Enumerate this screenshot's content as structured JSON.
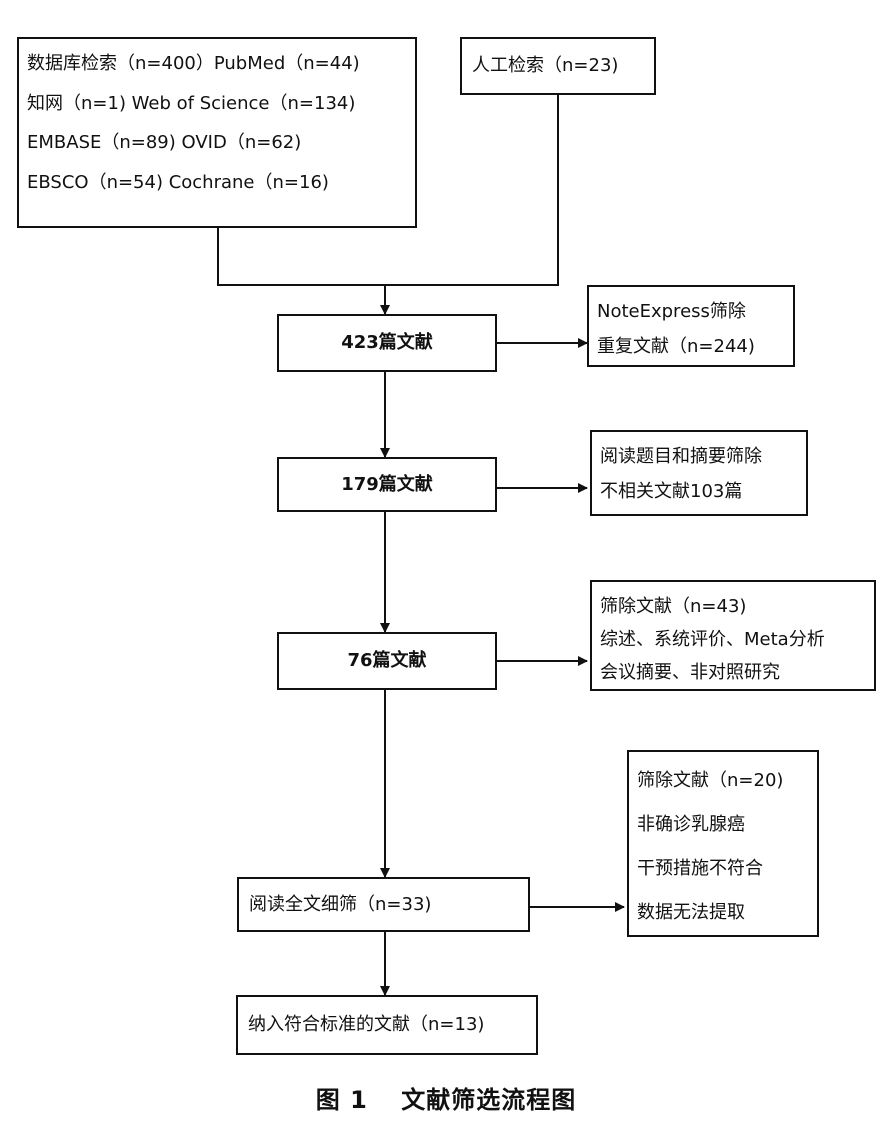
{
  "sources": {
    "database": [
      "数据库检索（n=400）PubMed（n=44)",
      "知网（n=1) Web of Science（n=134)",
      "EMBASE（n=89) OVID（n=62)",
      "EBSCO（n=54) Cochrane（n=16)"
    ],
    "manual": "人工检索（n=23)"
  },
  "steps": [
    {
      "label": "423篇文献",
      "note": [
        "NoteExpress筛除",
        "重复文献（n=244)"
      ]
    },
    {
      "label": "179篇文献",
      "note": [
        "阅读题目和摘要筛除",
        "不相关文献103篇"
      ]
    },
    {
      "label": "76篇文献",
      "note": [
        "筛除文献（n=43)",
        "综述、系统评价、Meta分析",
        "会议摘要、非对照研究"
      ]
    },
    {
      "label": "阅读全文细筛（n=33)",
      "note": [
        "筛除文献（n=20)",
        "非确诊乳腺癌",
        "干预措施不符合",
        "数据无法提取"
      ]
    },
    {
      "label": "纳入符合标准的文献（n=13)"
    }
  ],
  "caption": {
    "figure_no": "图 1",
    "title": "文献筛选流程图"
  }
}
